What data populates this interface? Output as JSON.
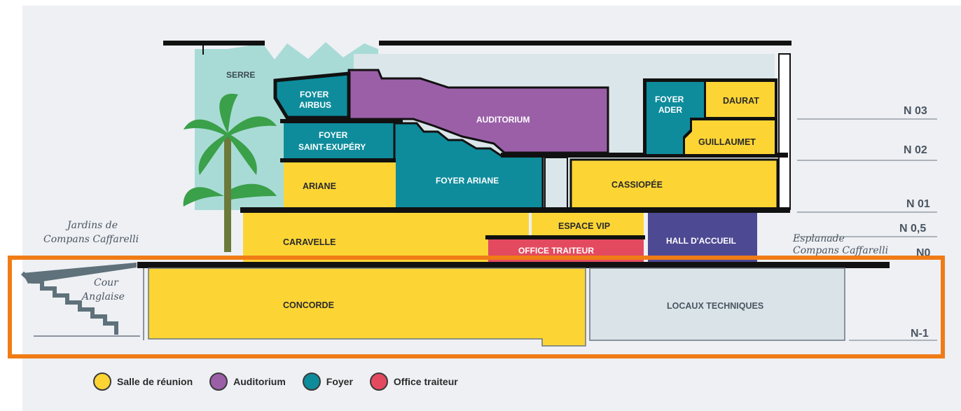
{
  "rooms": {
    "serre": "SERRE",
    "foyer_airbus": [
      "FOYER",
      "AIRBUS"
    ],
    "auditorium": "AUDITORIUM",
    "foyer_ader": [
      "FOYER",
      "ADER"
    ],
    "daurat": "DAURAT",
    "guillaumet": "GUILLAUMET",
    "foyer_saint_exupery": [
      "FOYER",
      "SAINT-EXUPÉRY"
    ],
    "ariane": "ARIANE",
    "foyer_ariane": "FOYER ARIANE",
    "cassiopee": "CASSIOPÉE",
    "caravelle": "CARAVELLE",
    "espace_vip": "ESPACE VIP",
    "office_traiteur": "OFFICE TRAITEUR",
    "hall_accueil": "HALL D'ACCUEIL",
    "concorde": "CONCORDE",
    "locaux_techniques": "LOCAUX TECHNIQUES"
  },
  "places": {
    "jardins": [
      "Jardins de",
      "Compans Caffarelli"
    ],
    "esplanade": [
      "Esplanade",
      "Compans Caffarelli"
    ],
    "cour": [
      "Cour",
      "Anglaise"
    ]
  },
  "levels": [
    "N 03",
    "N 02",
    "N 01",
    "N 0,5",
    "N0",
    "N-1"
  ],
  "legend": [
    {
      "label": "Salle de réunion",
      "color": "#fcd535"
    },
    {
      "label": "Auditorium",
      "color": "#9b5fa8"
    },
    {
      "label": "Foyer",
      "color": "#0e8c9c"
    },
    {
      "label": "Office traiteur",
      "color": "#e44a5f"
    }
  ],
  "colors": {
    "meeting": "#fcd535",
    "auditorium": "#9b5fa8",
    "foyer": "#0e8c9c",
    "traiteur": "#e44a5f",
    "hall": "#4d4993",
    "technique": "#d9e3e8",
    "highlight": "#f07c16"
  }
}
